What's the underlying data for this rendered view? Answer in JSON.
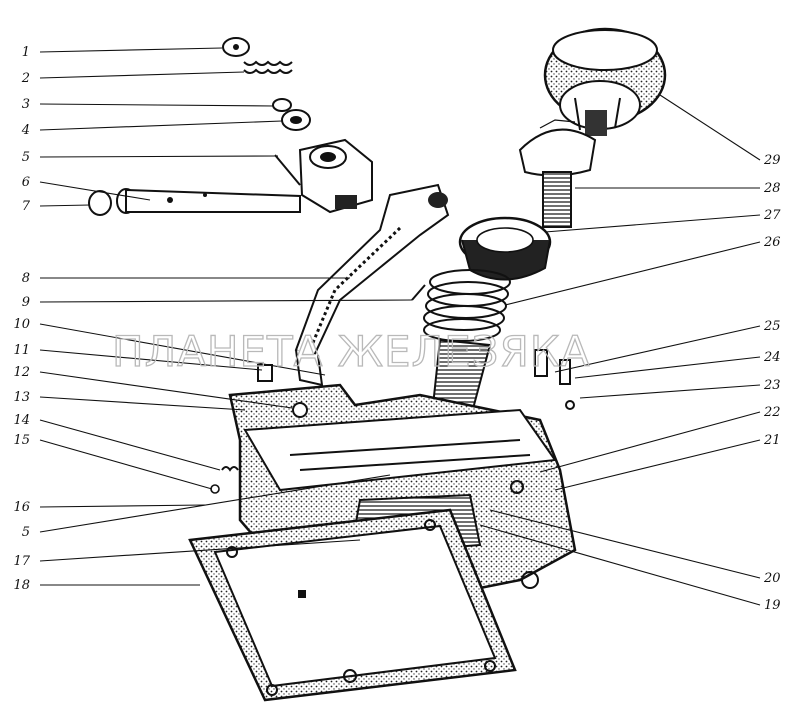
{
  "watermark": "ПЛАНЕТА ЖЕЛЕЗЯКА",
  "callouts_left": [
    "1",
    "2",
    "3",
    "4",
    "5",
    "6",
    "7",
    "8",
    "9",
    "10",
    "11",
    "12",
    "13",
    "14",
    "15",
    "16",
    "5",
    "17",
    "18"
  ],
  "callouts_right": [
    "29",
    "28",
    "27",
    "26",
    "25",
    "24",
    "23",
    "22",
    "21",
    "20",
    "19"
  ]
}
